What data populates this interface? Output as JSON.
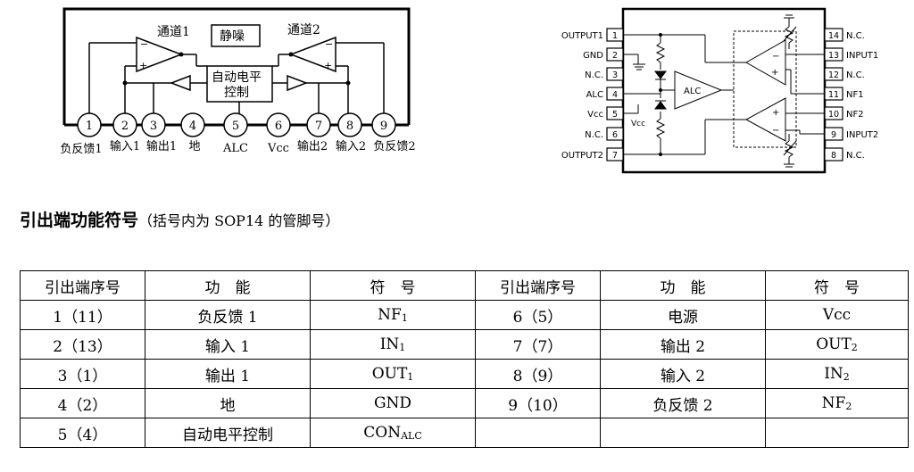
{
  "block_diagram": {
    "channel1": "通道1",
    "channel2": "通道2",
    "static_box": "静噪",
    "alc_box_line1": "自动电平",
    "alc_box_line2": "控制",
    "pins": [
      {
        "num": "1",
        "label": "负反馈1"
      },
      {
        "num": "2",
        "label": "输入1"
      },
      {
        "num": "3",
        "label": "输出1"
      },
      {
        "num": "4",
        "label": "地"
      },
      {
        "num": "5",
        "label": "ALC"
      },
      {
        "num": "6",
        "label": "Vcc"
      },
      {
        "num": "7",
        "label": "输出2"
      },
      {
        "num": "8",
        "label": "输入2"
      },
      {
        "num": "9",
        "label": "负反馈2"
      }
    ]
  },
  "sop_diagram": {
    "left_pins": [
      {
        "num": "1",
        "label": "OUTPUT1"
      },
      {
        "num": "2",
        "label": "GND"
      },
      {
        "num": "3",
        "label": "N.C."
      },
      {
        "num": "4",
        "label": "ALC"
      },
      {
        "num": "5",
        "label": "Vcc"
      },
      {
        "num": "6",
        "label": "N.C."
      },
      {
        "num": "7",
        "label": "OUTPUT2"
      }
    ],
    "right_pins": [
      {
        "num": "14",
        "label": "N.C."
      },
      {
        "num": "13",
        "label": "INPUT1"
      },
      {
        "num": "12",
        "label": "N.C."
      },
      {
        "num": "11",
        "label": "NF1"
      },
      {
        "num": "10",
        "label": "NF2"
      },
      {
        "num": "9",
        "label": "INPUT2"
      },
      {
        "num": "8",
        "label": "N.C."
      }
    ],
    "alc_label": "ALC",
    "vcc_label": "Vcc"
  },
  "heading": {
    "main": "引出端功能符号",
    "sub": "（括号内为 SOP14 的管脚号）"
  },
  "table": {
    "headers": [
      "引出端序号",
      "功　能",
      "符　号",
      "引出端序号",
      "功　能",
      "符　号"
    ],
    "rows": [
      [
        {
          "main": "1（11）"
        },
        {
          "main": "负反馈 1"
        },
        {
          "main": "NF",
          "sub": "1"
        },
        {
          "main": "6（5）"
        },
        {
          "main": "电源"
        },
        {
          "main": "Vcc"
        }
      ],
      [
        {
          "main": "2（13）"
        },
        {
          "main": "输入 1"
        },
        {
          "main": "IN",
          "sub": "1"
        },
        {
          "main": "7（7）"
        },
        {
          "main": "输出 2"
        },
        {
          "main": "OUT",
          "sub": "2"
        }
      ],
      [
        {
          "main": "3（1）"
        },
        {
          "main": "输出 1"
        },
        {
          "main": "OUT",
          "sub": "1"
        },
        {
          "main": "8（9）"
        },
        {
          "main": "输入 2"
        },
        {
          "main": "IN",
          "sub": "2"
        }
      ],
      [
        {
          "main": "4（2）"
        },
        {
          "main": "地"
        },
        {
          "main": "GND"
        },
        {
          "main": "9（10）"
        },
        {
          "main": "负反馈 2"
        },
        {
          "main": "NF",
          "sub": "2"
        }
      ],
      [
        {
          "main": "5（4）"
        },
        {
          "main": "自动电平控制"
        },
        {
          "main": "CON",
          "sub": "ALC"
        },
        {
          "main": ""
        },
        {
          "main": ""
        },
        {
          "main": ""
        }
      ]
    ]
  }
}
